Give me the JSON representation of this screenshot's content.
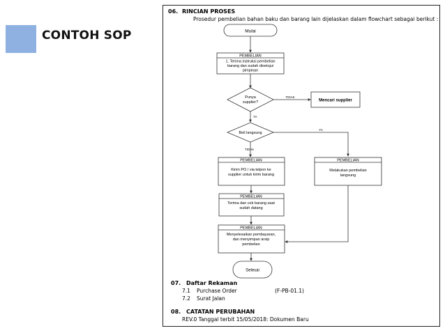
{
  "slide": {
    "title": "CONTOH SOP",
    "accent_color": "#8eb1e2"
  },
  "document": {
    "section6": {
      "number": "06.",
      "heading": "RINCIAN PROSES",
      "intro": "Prosedur pembelian bahan baku dan barang lain dijelaskan dalam flowchart sebagai berikut :"
    },
    "flowchart": {
      "start": "Mulai",
      "box1": {
        "header": "PEMBELIAN",
        "lines": [
          "1. Terima instruksi pembelian",
          "barang dan sudah disetujui",
          "pimpinan"
        ]
      },
      "decision1": {
        "lines": [
          "Punya",
          "supplier?"
        ],
        "no_label": "TIDAK",
        "yes_label": "YA"
      },
      "side_box": "Mencari supplier",
      "decision2": {
        "label": "Beli langsung",
        "yes_label": "YA",
        "no_label": "TIDAK"
      },
      "box2": {
        "header": "PEMBELIAN",
        "lines": [
          "Kirim PO / via telpon ke",
          "supplier untuk kirim barang"
        ]
      },
      "box_right": {
        "header": "PEMBELIAN",
        "lines": [
          "Melakukan pembelian",
          "langsung"
        ]
      },
      "box3": {
        "header": "PEMBELIAN",
        "lines": [
          "Terima dan cek barang saat",
          "sudah datang"
        ]
      },
      "box4": {
        "header": "PEMBELIAN",
        "lines": [
          "Menyelesaikan pembayaran,",
          "dan menyimpan arsip",
          "pembelian"
        ]
      },
      "end": "Selesai"
    },
    "section7": {
      "number": "07.",
      "heading": "Daftar Rekaman",
      "items": [
        {
          "num": "7.1",
          "label": "Purchase Order",
          "code": "(F-PB-01.1)"
        },
        {
          "num": "7.2",
          "label": "Surat Jalan",
          "code": ""
        }
      ]
    },
    "section8": {
      "number": "08.",
      "heading": "CATATAN PERUBAHAN",
      "text": "REV.0 Tanggal terbit 15/05/2018: Dokumen Baru"
    }
  }
}
